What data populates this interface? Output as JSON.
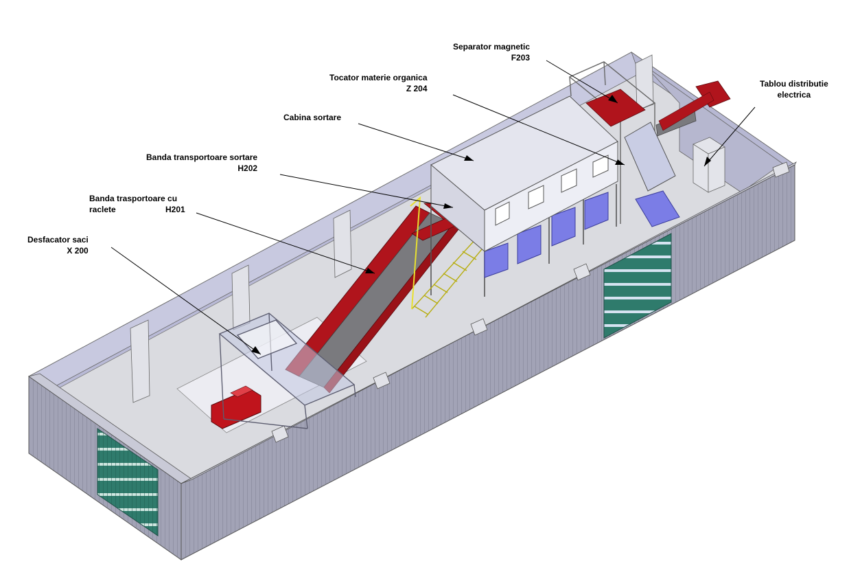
{
  "labels": {
    "separator": {
      "line1": "Separator magnetic",
      "line2": "F203"
    },
    "tocator": {
      "line1": "Tocator materie organica",
      "line2": "Z 204"
    },
    "cabina": {
      "line1": "Cabina sortare"
    },
    "banda_sortare": {
      "line1": "Banda transportoare sortare",
      "line2": "H202"
    },
    "banda_raclete": {
      "line1": "Banda trasportoare cu",
      "line2a": "raclete",
      "line2b": "H201"
    },
    "desfacator": {
      "line1": "Desfacator saci",
      "line2": "X 200"
    },
    "tablou": {
      "line1": "Tablou distributie",
      "line2": "electrica"
    }
  },
  "colors": {
    "wall_outer": "#9fa0b4",
    "wall_inner": "#b9bad6",
    "floor": "#dadbe0",
    "conveyor_red": "#b0141c",
    "conveyor_belt": "#6e6e72",
    "cabin": "#e8e9f2",
    "bins": "#7b7de6",
    "stairs": "#e8e030",
    "door_green": "#2f7b6c"
  }
}
